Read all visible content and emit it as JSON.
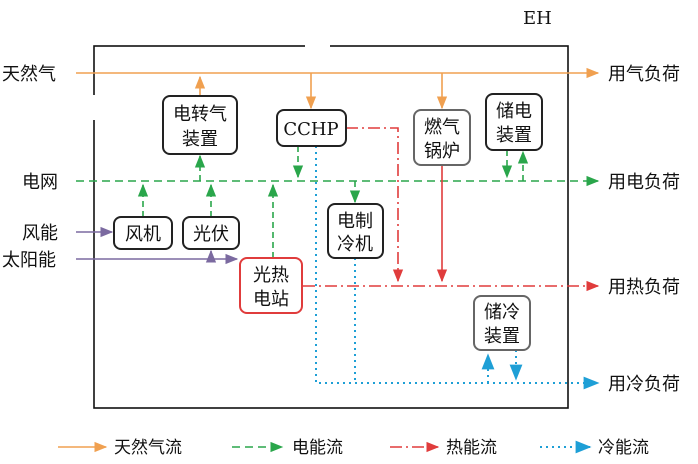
{
  "hub_label": "EH",
  "inputs": {
    "gas": "天然气",
    "grid": "电网",
    "wind": "风能",
    "solar": "太阳能"
  },
  "loads": {
    "gas": "用气负荷",
    "elec": "用电负荷",
    "heat": "用热负荷",
    "cold": "用冷负荷"
  },
  "devices": {
    "p2g": {
      "line1": "电转气",
      "line2": "装置"
    },
    "cchp": {
      "line1": "CCHP"
    },
    "boiler": {
      "line1": "燃气",
      "line2": "锅炉"
    },
    "ees": {
      "line1": "储电",
      "line2": "装置"
    },
    "wt": {
      "line1": "风机"
    },
    "pv": {
      "line1": "光伏"
    },
    "chiller": {
      "line1": "电制",
      "line2": "冷机"
    },
    "csp": {
      "line1": "光热",
      "line2": "电站"
    },
    "ces": {
      "line1": "储冷",
      "line2": "装置"
    }
  },
  "legend": [
    {
      "label": "天然气流",
      "color": "#F0A050",
      "style": "solid"
    },
    {
      "label": "电能流",
      "color": "#2AA64B",
      "style": "dashed"
    },
    {
      "label": "热能流",
      "color": "#E03C3C",
      "style": "dashdot"
    },
    {
      "label": "冷能流",
      "color": "#1E9FD6",
      "style": "dotted"
    }
  ],
  "colors": {
    "gas": "#F0A050",
    "elec": "#2AA64B",
    "heat": "#E03C3C",
    "cold": "#1E9FD6",
    "solar_in": "#7B6AA0",
    "csp_border": "#E03C3C",
    "box_border_dark": "#222222",
    "box_border_gray": "#666666"
  }
}
